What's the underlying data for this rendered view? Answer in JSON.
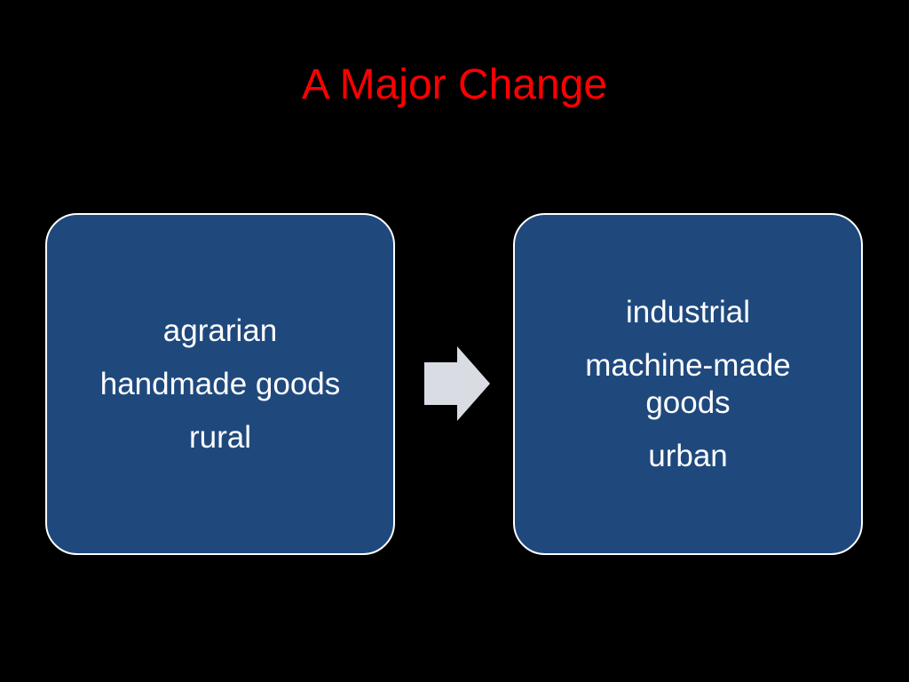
{
  "slide": {
    "title": "A Major Change",
    "title_color": "#ff0000",
    "box_fill": "#1f497d",
    "arrow_color": "#d9dce3"
  },
  "left_box": {
    "lines": [
      "agrarian",
      "handmade goods",
      "rural"
    ]
  },
  "right_box": {
    "lines": [
      "industrial",
      "machine-made goods",
      "urban"
    ]
  },
  "connector": {
    "icon": "right-arrow-icon"
  }
}
